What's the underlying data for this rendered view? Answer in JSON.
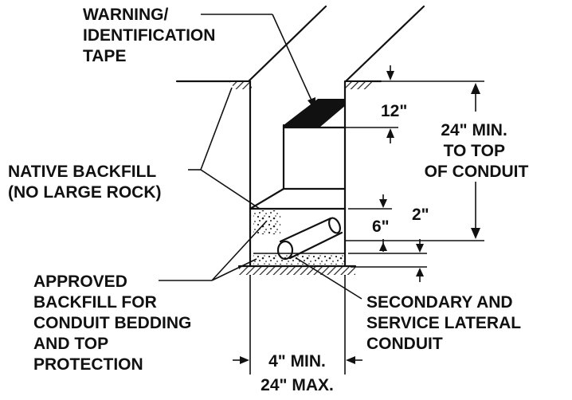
{
  "colors": {
    "ink": "#111111",
    "background": "#ffffff",
    "soil_hatch": "#222222"
  },
  "labels": {
    "warning_tape": [
      "WARNING/",
      "IDENTIFICATION",
      "TAPE"
    ],
    "native_backfill": [
      "NATIVE BACKFILL",
      "(NO LARGE ROCK)"
    ],
    "approved_backfill": [
      "APPROVED",
      "BACKFILL FOR",
      "CONDUIT BEDDING",
      "AND TOP",
      "PROTECTION"
    ],
    "conduit": [
      "SECONDARY AND",
      "SERVICE LATERAL",
      "CONDUIT"
    ],
    "min_to_top": [
      "24\" MIN.",
      "TO TOP",
      "OF CONDUIT"
    ],
    "twelve_in": "12\"",
    "six_in": "6\"",
    "two_in": "2\"",
    "width_min": "4\" MIN.",
    "width_max": "24\" MAX."
  }
}
